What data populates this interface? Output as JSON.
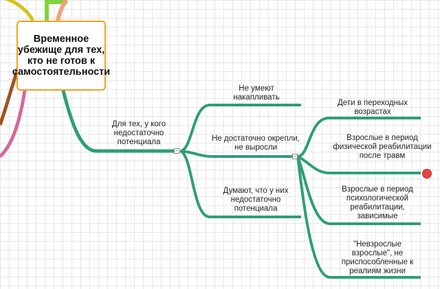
{
  "root": {
    "text": "Временное убежище для тех, кто не готов к самостоятельности"
  },
  "branch": {
    "label": "Для тех, у кого недостаточно потенциала",
    "children": [
      {
        "label": "Не умеют накапливать"
      },
      {
        "label": "Не достаточно окрепли, не выросли"
      },
      {
        "label": "Думают, что у них недостаточно потенциала"
      }
    ]
  },
  "sub_branch": {
    "children": [
      {
        "label": "Дети в переходных возрастах"
      },
      {
        "label": "Взрослые в период физической реабилитации после травм"
      },
      {
        "label": "Взрослые в период психологической реабилитации, зависимые"
      },
      {
        "label": "\"Невзрослые взрослые\", не приспособленные к реалиям жизни"
      }
    ]
  },
  "collapse_symbol": "-",
  "colors": {
    "branch": "#2e9e7a",
    "root_border": "#f0a020",
    "marker": "#e8453c",
    "left_yellow": "#d6c21a",
    "left_green": "#7fd43a",
    "left_salmon": "#f2a27a",
    "left_brown": "#a0521e",
    "left_pink": "#d46a9a"
  }
}
